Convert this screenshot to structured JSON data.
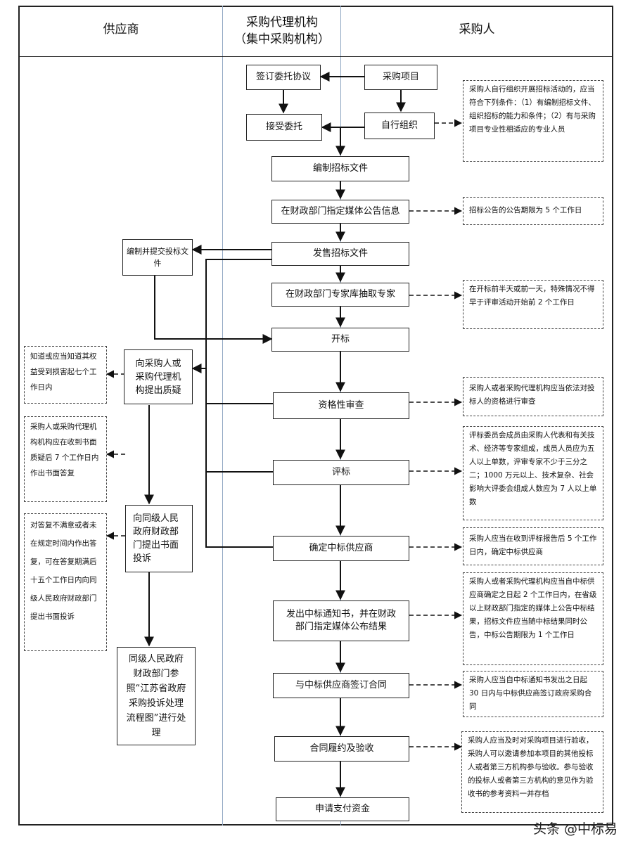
{
  "headers": {
    "supplier": "供应商",
    "agency_line1": "采购代理机构",
    "agency_line2": "（集中采购机构）",
    "purchaser": "采购人"
  },
  "boxes": {
    "sign_agreement": "签订委托协议",
    "procurement_project": "采购项目",
    "accept_commission": "接受委托",
    "self_organize": "自行组织",
    "prepare_docs": "编制招标文件",
    "announce": "在财政部门指定媒体公告信息",
    "sell_docs": "发售招标文件",
    "prepare_bid": "编制并提交投标文件",
    "draw_experts": "在财政部门专家库抽取专家",
    "bid_opening": "开标",
    "query": "向采购人或采购代理机构提出质疑",
    "qualification": "资格性审查",
    "evaluation": "评标",
    "complaint": "向同级人民政府财政部门提出书面投诉",
    "determine_winner": "确定中标供应商",
    "notify": "发出中标通知书，并在财政部门指定媒体公布结果",
    "contract": "与中标供应商签订合同",
    "handling": "同级人民政府财政部门参照“江苏省政府采购投诉处理流程图”进行处理",
    "acceptance": "合同履约及验收",
    "payment": "申请支付资金"
  },
  "notes": {
    "self_org_conditions": "采购人自行组织开展招标活动的，应当符合下列条件：（1）有编制招标文件、组织招标的能力和条件；（2）有与采购项目专业性相适应的专业人员",
    "announce_period": "招标公告的公告期限为 5 个工作日",
    "expert_timing": "在开标前半天或前一天，特殊情况不得早于评审活动开始前 2 个工作日",
    "query_deadline": "知道或应当知道其权益受到损害起七个工作日内",
    "qualification_note": "采购人或者采购代理机构应当依法对投标人的资格进行审查",
    "reply_deadline": "采购人或采购代理机构机构应在收到书面质疑后 7 个工作日内作出书面答复",
    "committee": "评标委员会成员由采购人代表和有关技术、经济等专家组成，成员人员应为五人以上单数，评审专家不少于三分之二；1000 万元以上、技术复杂、社会影响大评委会组成人数应为 7 人以上单数",
    "complaint_deadline": "对答复不满意或者未在规定时间内作出答复，可在答复期满后十五个工作日内向同级人民政府财政部门提出书面投诉",
    "winner_deadline": "采购人应当在收到评标报告后 5 个工作日内，确定中标供应商",
    "notify_note": "采购人或者采购代理机构应当自中标供应商确定之日起 2 个工作日内，在省级以上财政部门指定的媒体上公告中标结果，招标文件应当随中标结果同时公告，中标公告期限为 1 个工作日",
    "contract_deadline": "采购人应当自中标通知书发出之日起 30 日内与中标供应商签订政府采购合同",
    "acceptance_note": "采购人应当及时对采购项目进行验收，采购人可以邀请参加本项目的其他投标人或者第三方机构参与验收。参与验收的投标人或者第三方机构的意见作为验收书的参考资料一并存档"
  },
  "watermark": "头条 @中标易"
}
